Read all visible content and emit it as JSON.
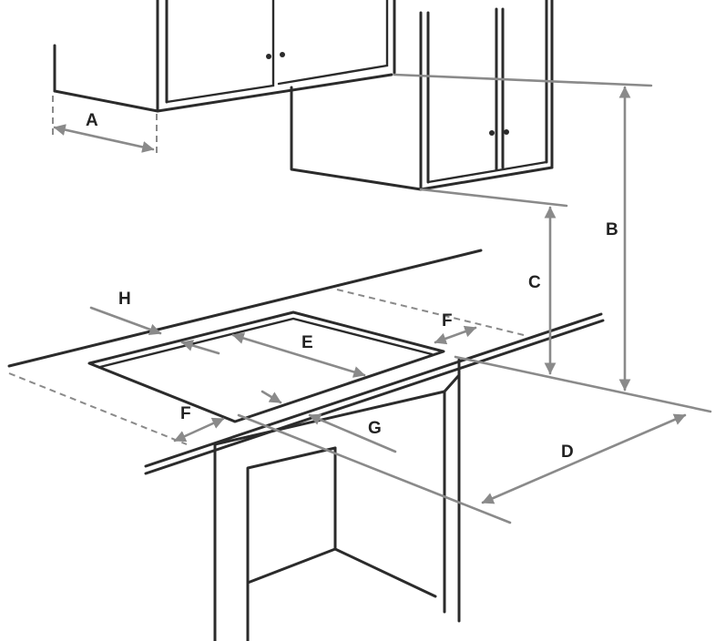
{
  "labels": {
    "A": "A",
    "B": "B",
    "C": "C",
    "D": "D",
    "E": "E",
    "F_top": "F",
    "F_bottom": "F",
    "G": "G",
    "H": "H"
  },
  "colors": {
    "line": "#2b2b2b",
    "dimension": "#8a8a8a",
    "background": "#ffffff"
  }
}
